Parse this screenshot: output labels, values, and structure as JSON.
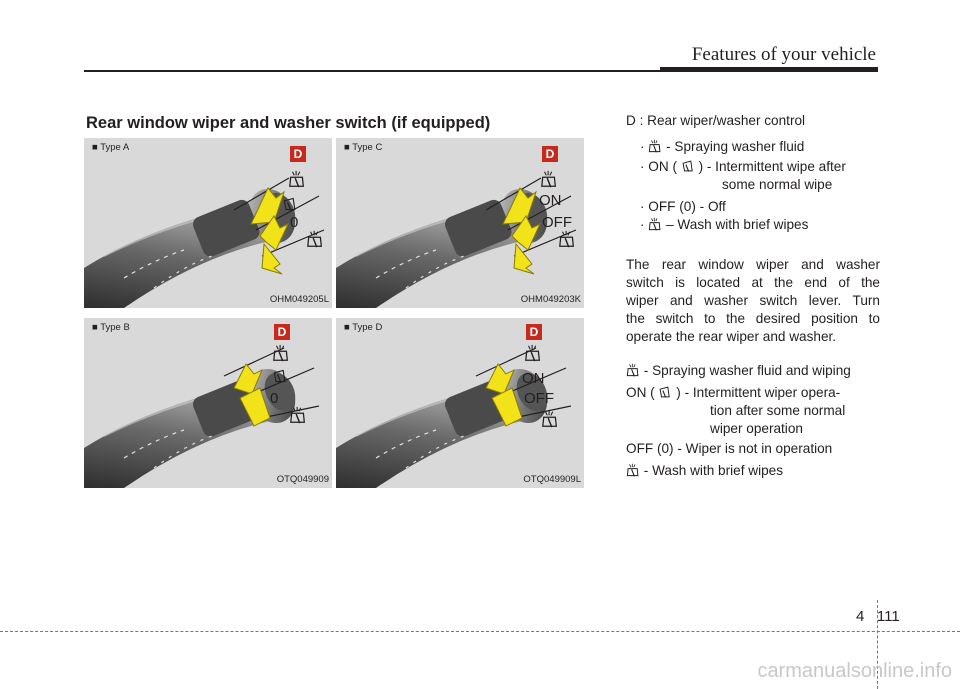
{
  "header": {
    "title": "Features of your vehicle"
  },
  "section": {
    "title": "Rear window wiper and washer switch (if equipped)"
  },
  "panels": [
    {
      "type_label": "■ Type A",
      "code": "OHM049205L",
      "badge": "D",
      "labels": [
        "0"
      ]
    },
    {
      "type_label": "■ Type C",
      "code": "OHM049203K",
      "badge": "D",
      "labels": [
        "ON",
        "OFF"
      ]
    },
    {
      "type_label": "■ Type B",
      "code": "OTQ049909",
      "badge": "D",
      "labels": [
        "0"
      ]
    },
    {
      "type_label": "■ Type D",
      "code": "OTQ049909L",
      "badge": "D",
      "labels": [
        "ON",
        "OFF"
      ]
    }
  ],
  "right": {
    "heading": "D : Rear wiper/washer control",
    "items": [
      {
        "prefix": "·",
        "text": "- Spraying washer fluid"
      },
      {
        "prefix": "· ON (",
        "text": ") - Intermittent wipe after",
        "cont": "some normal wipe"
      },
      {
        "prefix": "· OFF (0) - Off",
        "text": ""
      },
      {
        "prefix": "·",
        "text": "– Wash with brief wipes"
      }
    ],
    "paragraph_lines": [
      "The rear window wiper and washer",
      "switch is located at the end of the",
      "wiper and washer switch lever. Turn",
      "the switch to the desired position to",
      "operate the rear wiper and washer."
    ],
    "list2": {
      "spray": "- Spraying washer fluid and wiping",
      "on_prefix": "ON (",
      "on_text": ") - Intermittent wiper opera-",
      "on_cont1": "tion after some normal",
      "on_cont2": "wiper operation",
      "off": "OFF (0) - Wiper is not in operation",
      "wash": "- Wash with brief wipes"
    }
  },
  "footer": {
    "chapter": "4",
    "page": "111",
    "watermark": "carmanualsonline.info"
  },
  "colors": {
    "badge": "#c62a1f",
    "arrow": "#f2e21a",
    "lever_dark": "#3a3a3a",
    "lever_light": "#9a9a9a"
  }
}
